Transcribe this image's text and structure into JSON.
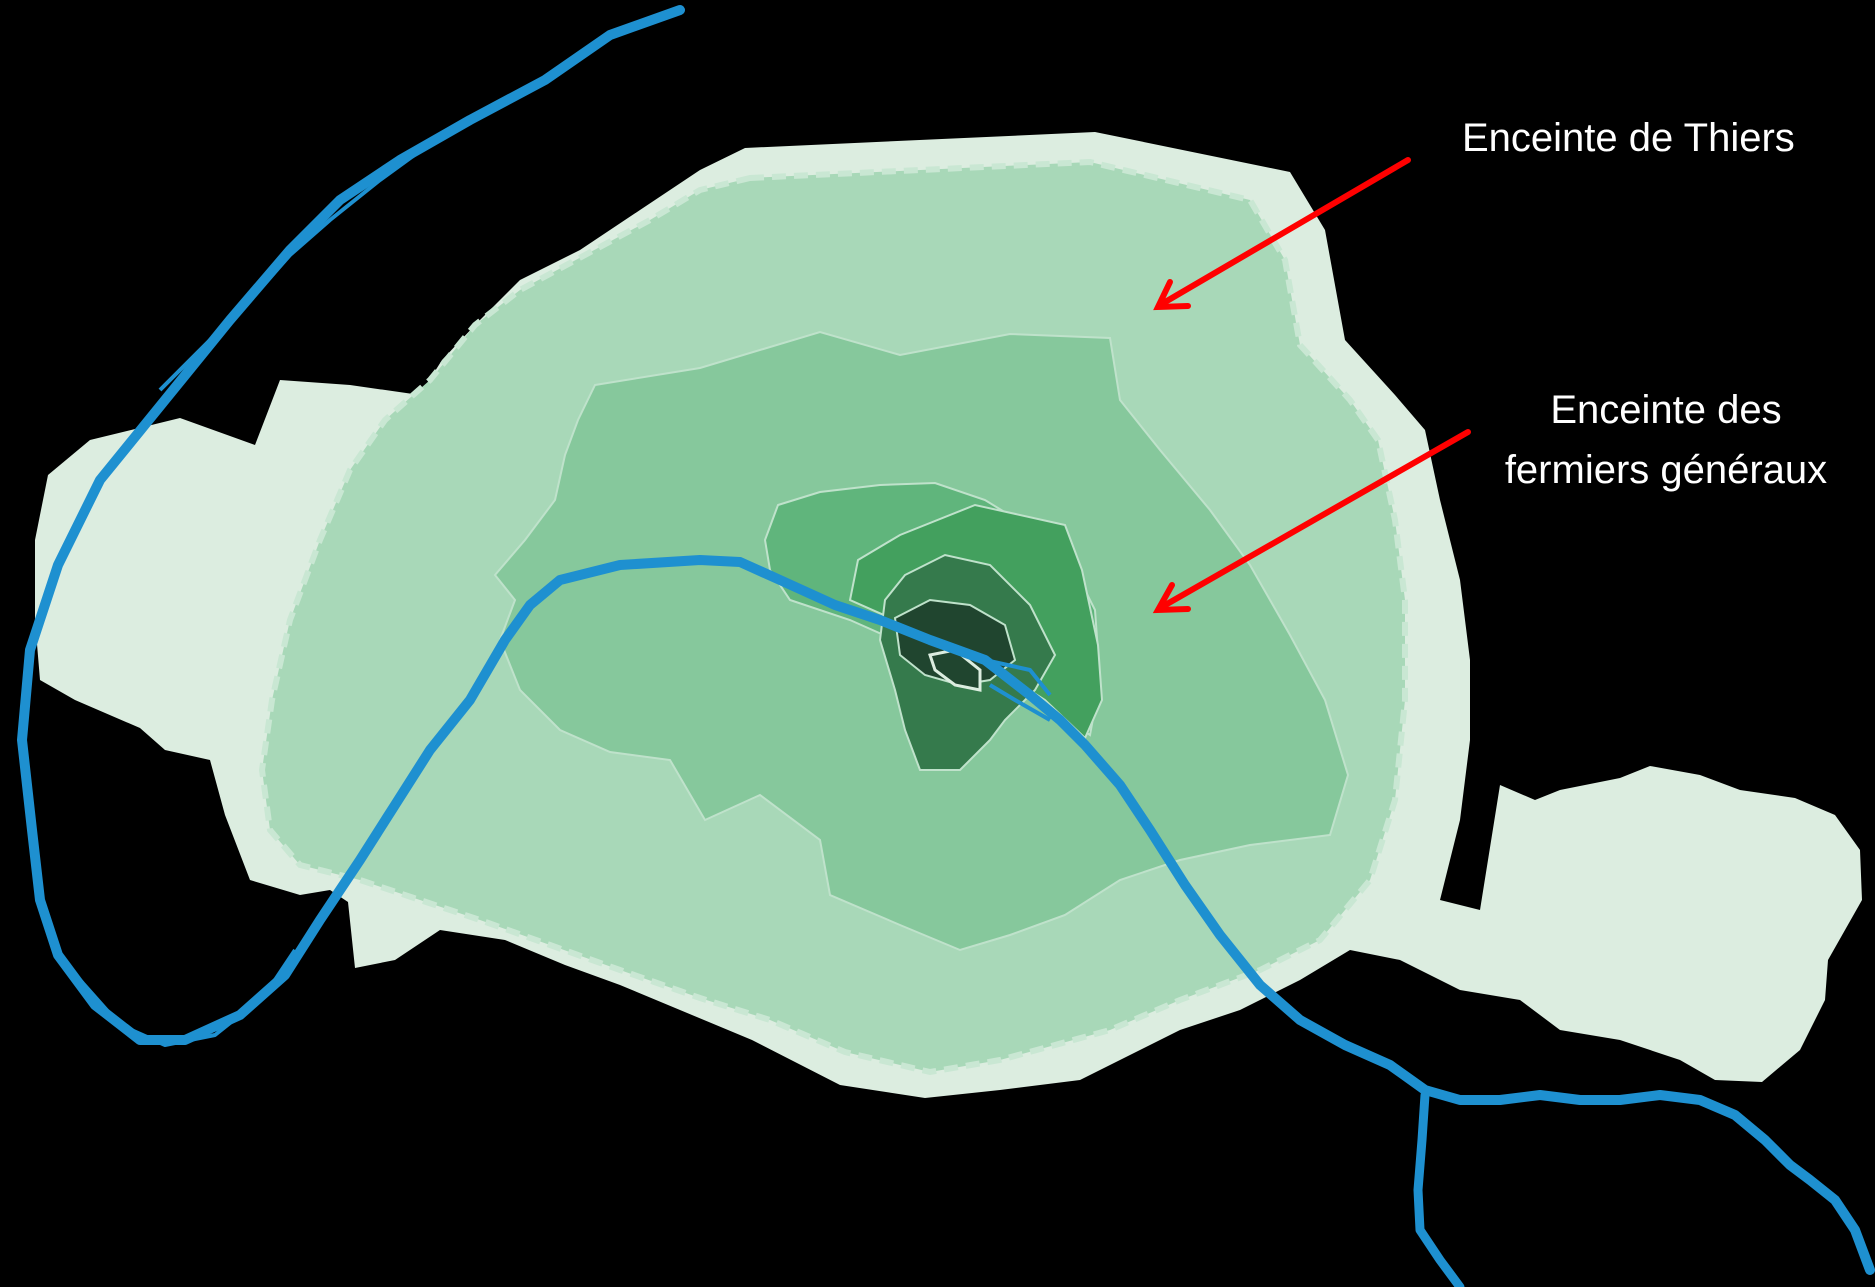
{
  "annotations": {
    "thiers": "Enceinte de Thiers",
    "fermiers_line1": "Enceinte des",
    "fermiers_line2": "fermiers généraux"
  },
  "colors": {
    "background": "#000000",
    "outer_land": "#dcede0",
    "thiers_zone": "#a8d8b8",
    "fermiers_zone": "#86c89c",
    "ring_charles_v": "#60b57c",
    "ring_philippe_auguste": "#43a05e",
    "ring_gallo_roman": "#357a4c",
    "core": "#20452f",
    "river": "#1e90d0",
    "arrow": "#ff0000",
    "label_text": "#ffffff"
  }
}
